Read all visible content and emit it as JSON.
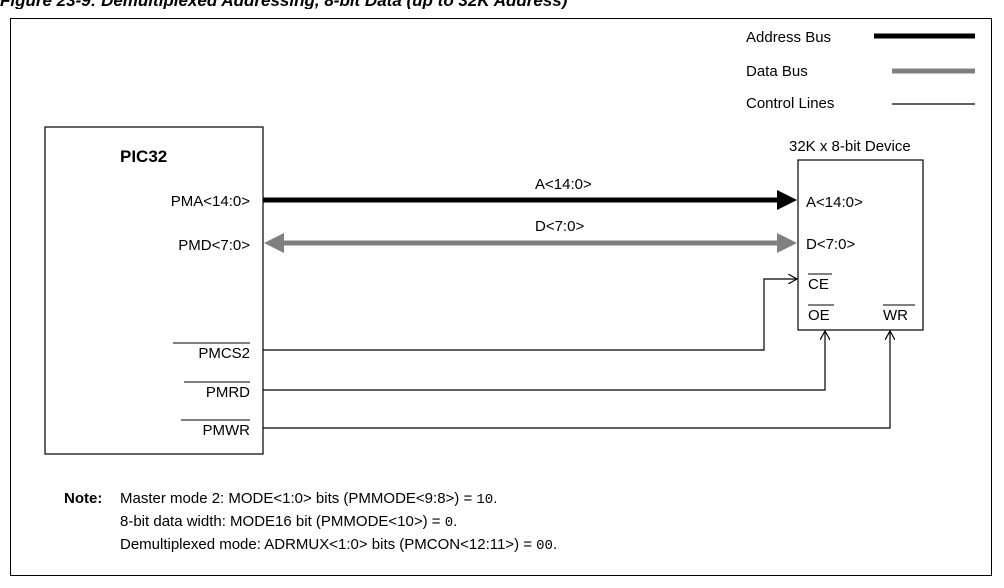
{
  "heading": "Figure 23-9:    Demultiplexed Addressing, 8-bit Data (up to 32K Address)",
  "legend": {
    "address_bus": "Address Bus",
    "data_bus": "Data Bus",
    "control_lines": "Control Lines"
  },
  "pic32": {
    "title": "PIC32",
    "pma": "PMA<14:0>",
    "pmd": "PMD<7:0>",
    "pmcs2": "PMCS2",
    "pmrd": "PMRD",
    "pmwr": "PMWR"
  },
  "device": {
    "title": "32K x 8-bit Device",
    "addr": "A<14:0>",
    "data": "D<7:0>",
    "ce": "CE",
    "oe": "OE",
    "wr": "WR"
  },
  "bus_labels": {
    "address": "A<14:0>",
    "data": "D<7:0>"
  },
  "note": {
    "label": "Note:",
    "line1_text": "Master mode 2: MODE<1:0> bits (PMMODE<9:8>) = ",
    "line1_code": "10",
    "line2_text": "8-bit data width: MODE16 bit (PMMODE<10>) = ",
    "line2_code": "0",
    "line3_text": "Demultiplexed mode: ADRMUX<1:0> bits (PMCON<12:11>) = ",
    "line3_code": "00",
    "period": "."
  },
  "colors": {
    "address_bus": "#000000",
    "data_bus": "#808080",
    "control": "#000000"
  }
}
